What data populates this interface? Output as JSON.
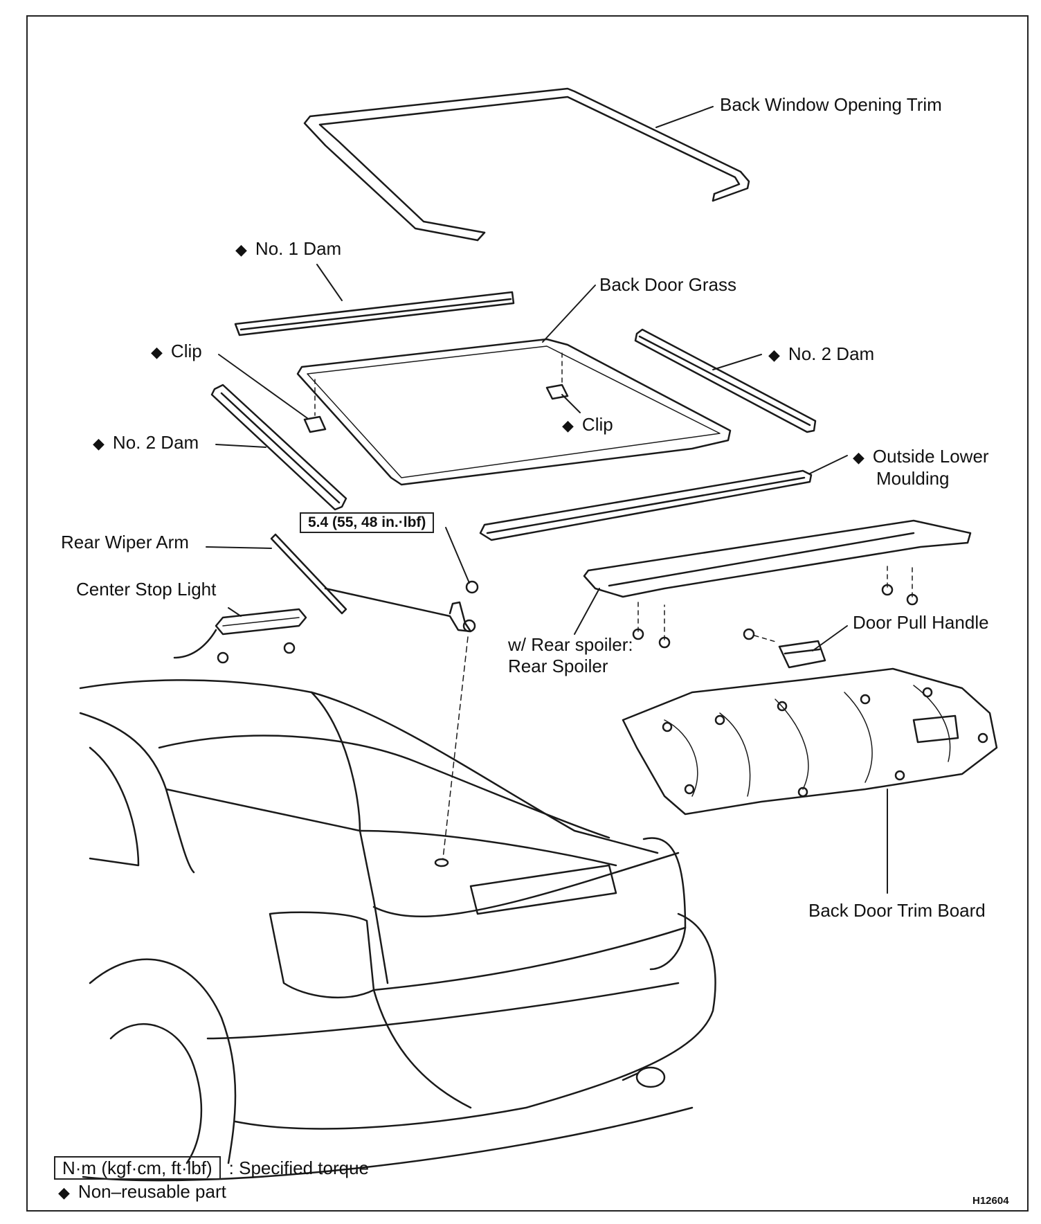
{
  "diamond": "◆",
  "labels": {
    "back_window_opening_trim": "Back Window Opening Trim",
    "no1_dam": "No. 1 Dam",
    "back_door_grass": "Back Door Grass",
    "clip_left": "Clip",
    "no2_dam_right": "No. 2 Dam",
    "clip_center": "Clip",
    "no2_dam_left": "No. 2 Dam",
    "outside_lower_line1": "Outside Lower",
    "outside_lower_line2": "Moulding",
    "torque_spec": "5.4 (55, 48 in.·lbf)",
    "rear_wiper_arm": "Rear Wiper Arm",
    "center_stop_light": "Center Stop Light",
    "door_pull_handle": "Door Pull Handle",
    "rear_spoiler_line1": "w/ Rear spoiler:",
    "rear_spoiler_line2": "Rear Spoiler",
    "back_door_trim_board": "Back Door Trim Board"
  },
  "legend": {
    "torque_units": "N·m (kgf·cm, ft·lbf)",
    "torque_text": ": Specified torque",
    "nonreusable_text": "Non–reusable part"
  },
  "figure_code": "H12604"
}
